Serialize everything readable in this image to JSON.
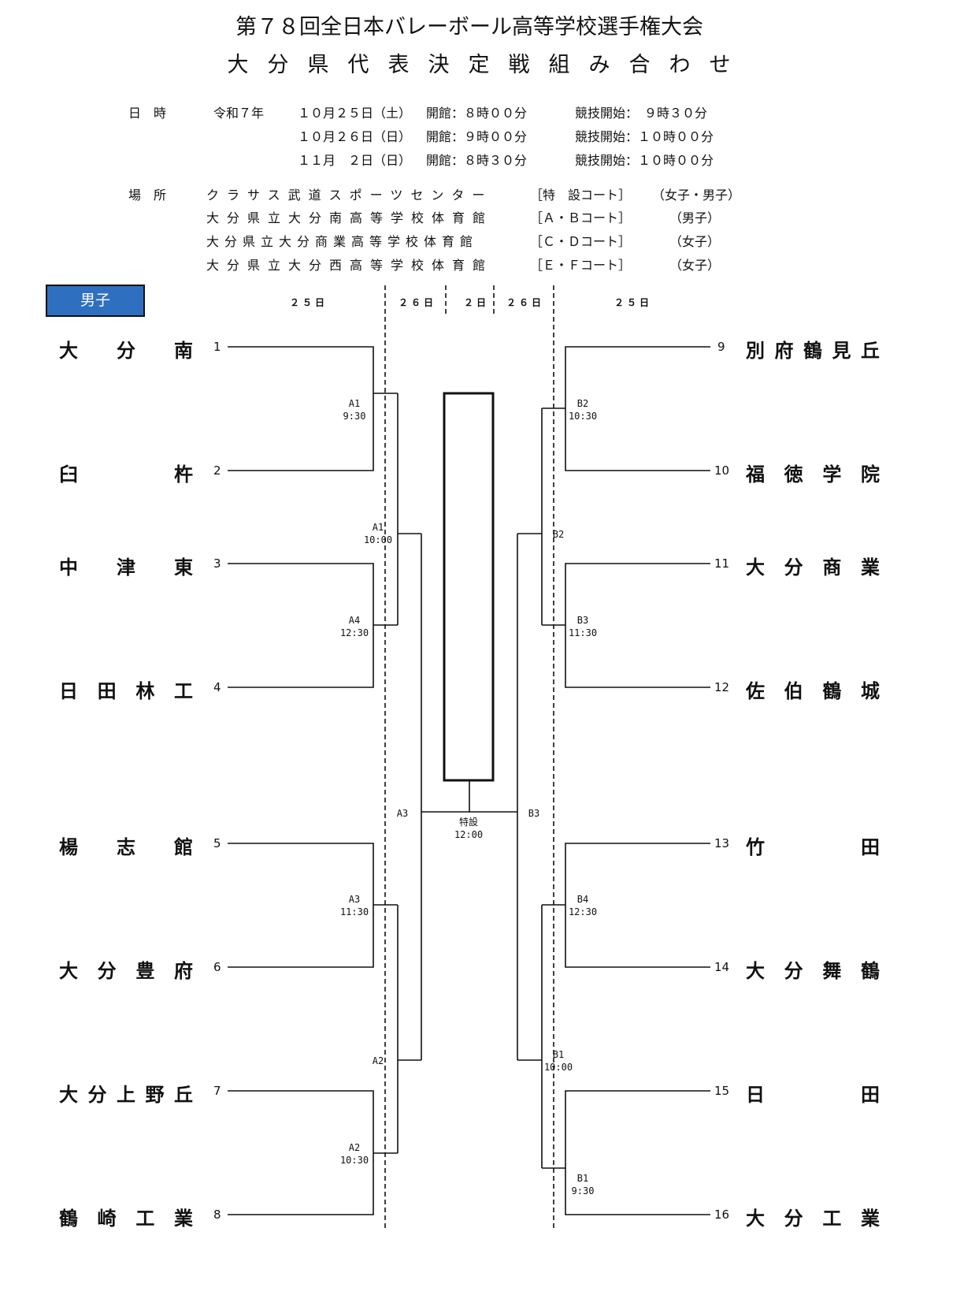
{
  "title": "第７８回全日本バレーボール高等学校選手権大会",
  "subtitle": "大分県代表決定戦組み合わせ",
  "schedule": {
    "label": "日　時",
    "year": "令和７年",
    "rows": [
      {
        "date": "１０月２５日（土）",
        "open": "開館：８時００分",
        "start": "競技開始：　９時３０分"
      },
      {
        "date": "１０月２６日（日）",
        "open": "開館：９時００分",
        "start": "競技開始：１０時００分"
      },
      {
        "date": "１１月　２日（日）",
        "open": "開館：８時３０分",
        "start": "競技開始：１０時００分"
      }
    ]
  },
  "venues": {
    "label": "場　所",
    "rows": [
      {
        "name": "クラサス武道スポーツセンター",
        "court": "［特　設コート］",
        "gender": "（女子・男子）"
      },
      {
        "name": "大分県立大分南高等学校体育館",
        "court": "［Ａ・Ｂコート］",
        "gender": "（男子）"
      },
      {
        "name": "大分県立大分商業高等学校体育館",
        "court": "［Ｃ・Ｄコート］",
        "gender": "（女子）"
      },
      {
        "name": "大分県立大分西高等学校体育館",
        "court": "［Ｅ・Ｆコート］",
        "gender": "（女子）"
      }
    ]
  },
  "badge": "男子",
  "days": [
    "２５日",
    "２６日",
    "２日",
    "２６日",
    "２５日"
  ],
  "left_teams": [
    {
      "n": "1",
      "name": "大分南"
    },
    {
      "n": "2",
      "name": "臼杵"
    },
    {
      "n": "3",
      "name": "中津東"
    },
    {
      "n": "4",
      "name": "日田林工"
    },
    {
      "n": "5",
      "name": "楊志館"
    },
    {
      "n": "6",
      "name": "大分豊府"
    },
    {
      "n": "7",
      "name": "大分上野丘"
    },
    {
      "n": "8",
      "name": "鶴崎工業"
    }
  ],
  "right_teams": [
    {
      "n": "9",
      "name": "別府鶴見丘"
    },
    {
      "n": "10",
      "name": "福徳学院"
    },
    {
      "n": "11",
      "name": "大分商業"
    },
    {
      "n": "12",
      "name": "佐伯鶴城"
    },
    {
      "n": "13",
      "name": "竹田"
    },
    {
      "n": "14",
      "name": "大分舞鶴"
    },
    {
      "n": "15",
      "name": "日田"
    },
    {
      "n": "16",
      "name": "大分工業"
    }
  ],
  "matches": [
    {
      "court": "A1",
      "time": "9:30"
    },
    {
      "court": "A4",
      "time": "12:30"
    },
    {
      "court": "A1",
      "time": "10:00"
    },
    {
      "court": "A3",
      "time": "11:30"
    },
    {
      "court": "A2",
      "time": "10:30"
    },
    {
      "court": "A2",
      "time": ""
    },
    {
      "court": "A3",
      "time": ""
    },
    {
      "court": "B2",
      "time": "10:30"
    },
    {
      "court": "B3",
      "time": "11:30"
    },
    {
      "court": "B2",
      "time": ""
    },
    {
      "court": "B4",
      "time": "12:30"
    },
    {
      "court": "B1",
      "time": "9:30"
    },
    {
      "court": "B1",
      "time": "10:00"
    },
    {
      "court": "B3",
      "time": ""
    },
    {
      "court": "特設",
      "time": "12:00"
    }
  ]
}
